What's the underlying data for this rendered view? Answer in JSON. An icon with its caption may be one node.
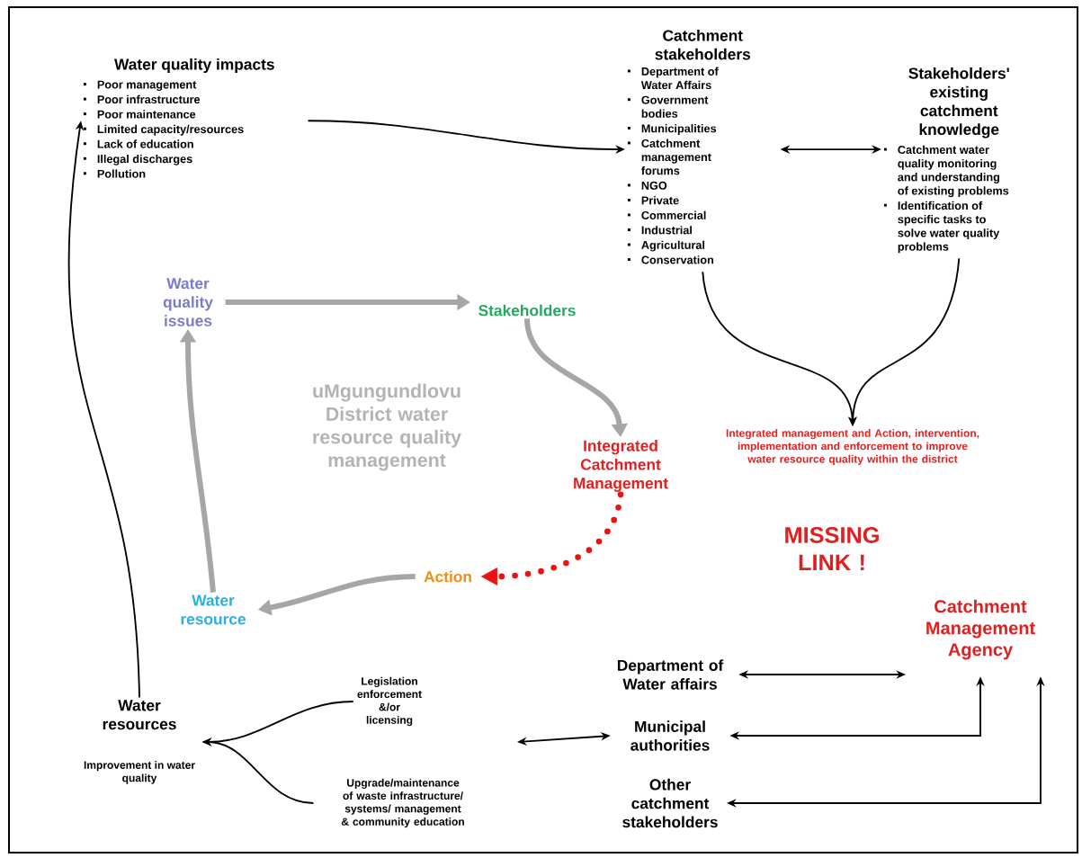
{
  "diagram": {
    "nodes": [
      {
        "text": [
          "Water quality impacts",
          "Poor management",
          "Poor infrastructure",
          "Poor maintenance",
          "Limited capacity/resources",
          "Lack of education",
          "Illegal discharges",
          "Pollution"
        ]
      },
      {
        "text": [
          "Catchment stakeholders",
          "Department of Water Affairs",
          "Government bodies",
          "Municipalities",
          "Catchment management forums",
          "NGO",
          "Private",
          "Commercial",
          "Industrial",
          "Agricultural",
          "Conservation"
        ]
      },
      {
        "text": [
          "Stakeholders' existing catchment knowledge",
          "Catchment water quality monitoring and understanding of existing problems",
          "Identification of specific tasks to solve water quality problems"
        ]
      },
      {
        "text": [
          "Water quality issues"
        ]
      },
      {
        "text": [
          "Stakeholders"
        ]
      },
      {
        "text": [
          "Integrated Catchment Management"
        ]
      },
      {
        "text": [
          "Action"
        ]
      },
      {
        "text": [
          "Water resource"
        ]
      },
      {
        "text": [
          "Integrated management and Action, intervention, implementation and enforcement to improve water resource quality within the district"
        ]
      },
      {
        "text": [
          "Catchment Management Agency"
        ]
      },
      {
        "text": [
          "Department of Water affairs"
        ]
      },
      {
        "text": [
          "Municipal authorities"
        ]
      },
      {
        "text": [
          "Other catchment stakeholders"
        ]
      },
      {
        "text": [
          "Water resources",
          "Improvement in water quality"
        ]
      },
      {
        "text": [
          "Legislation enforcement &/or licensing"
        ]
      },
      {
        "text": [
          "Upgrade/maintenance of waste infrastructure/ systems/ management & community education"
        ]
      }
    ],
    "edges": [
      {
        "from": 0,
        "to": 1,
        "arrow": "to"
      },
      {
        "from": 1,
        "to": 2,
        "arrow": "both"
      },
      {
        "from": 1,
        "to": 8,
        "arrow": "to"
      },
      {
        "from": 2,
        "to": 8,
        "arrow": "to"
      },
      {
        "from": 3,
        "to": 4,
        "arrow": "to",
        "style": "thick",
        "color": "#a6a6a6"
      },
      {
        "from": 4,
        "to": 5,
        "arrow": "to",
        "style": "thick",
        "color": "#a6a6a6"
      },
      {
        "from": 5,
        "to": 6,
        "arrow": "to",
        "style": "dashed",
        "color": "#ee1111"
      },
      {
        "from": 6,
        "to": 7,
        "arrow": "to",
        "style": "thick",
        "color": "#a6a6a6"
      },
      {
        "from": 7,
        "to": 3,
        "arrow": "to",
        "style": "thick",
        "color": "#a6a6a6"
      },
      {
        "from": 13,
        "to": 0,
        "arrow": "to"
      },
      {
        "from": 14,
        "to": 13,
        "arrow": "to"
      },
      {
        "from": 15,
        "to": 13,
        "arrow": "to"
      },
      {
        "from": 10,
        "to": 9,
        "arrow": "both"
      },
      {
        "from": 11,
        "to": 9,
        "arrow": "both"
      },
      {
        "from": 12,
        "to": 9,
        "arrow": "both"
      },
      {
        "from": null,
        "to": 11,
        "arrow": "both"
      }
    ],
    "labels": [
      "uMgungundlovu District water resource quality management",
      "MISSING LINK !"
    ]
  }
}
